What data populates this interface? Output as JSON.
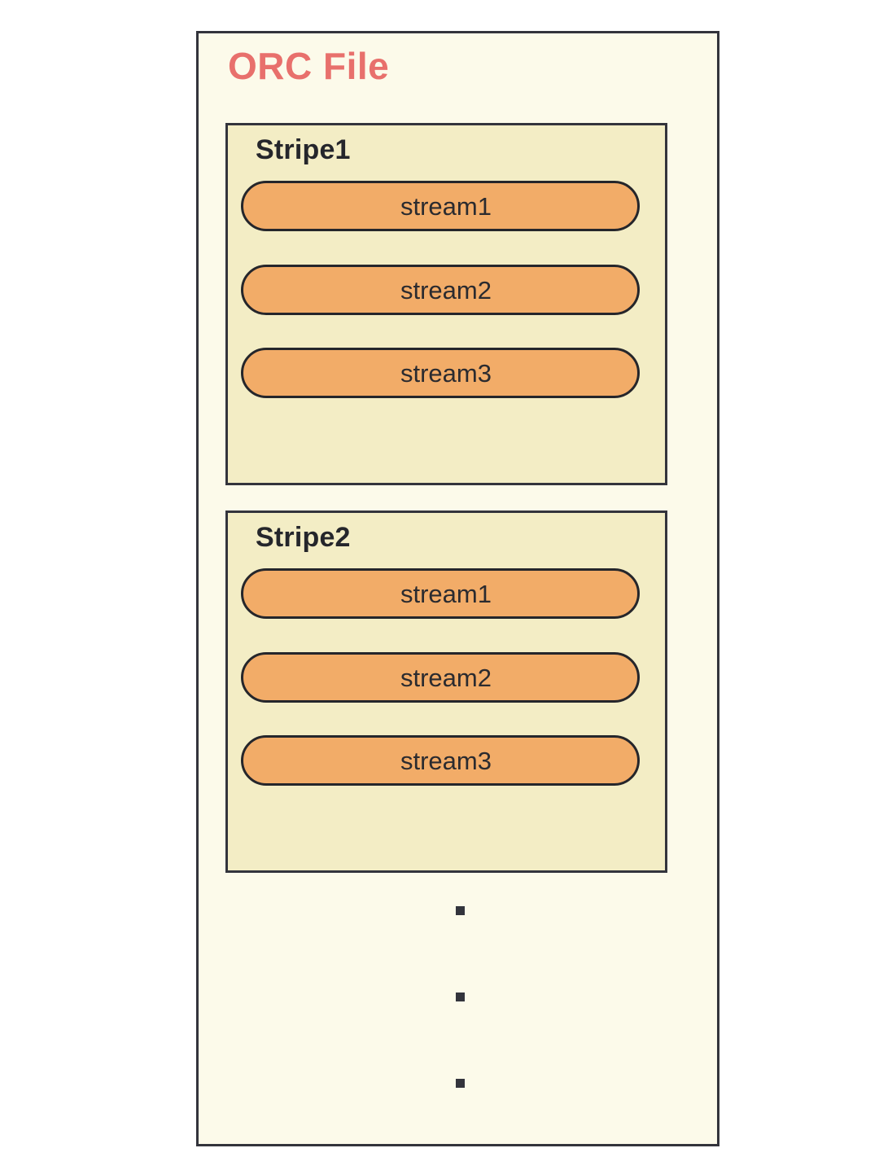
{
  "diagram": {
    "title": "ORC File",
    "title_color": "#E8706C",
    "container_fill": "#FCFAEA",
    "container_border": "#33343C",
    "stripe_fill": "#F3EDC5",
    "stripe_border": "#33343C",
    "stream_fill": "#F2AC68",
    "stream_border": "#25262B",
    "stripes": [
      {
        "label": "Stripe1",
        "streams": [
          {
            "label": "stream1"
          },
          {
            "label": "stream2"
          },
          {
            "label": "stream3"
          }
        ]
      },
      {
        "label": "Stripe2",
        "streams": [
          {
            "label": "stream1"
          },
          {
            "label": "stream2"
          },
          {
            "label": "stream3"
          }
        ]
      }
    ],
    "continuation": {
      "icon": "vertical-ellipsis-icon",
      "dot_count": 3,
      "dot_color": "#33343C"
    }
  }
}
